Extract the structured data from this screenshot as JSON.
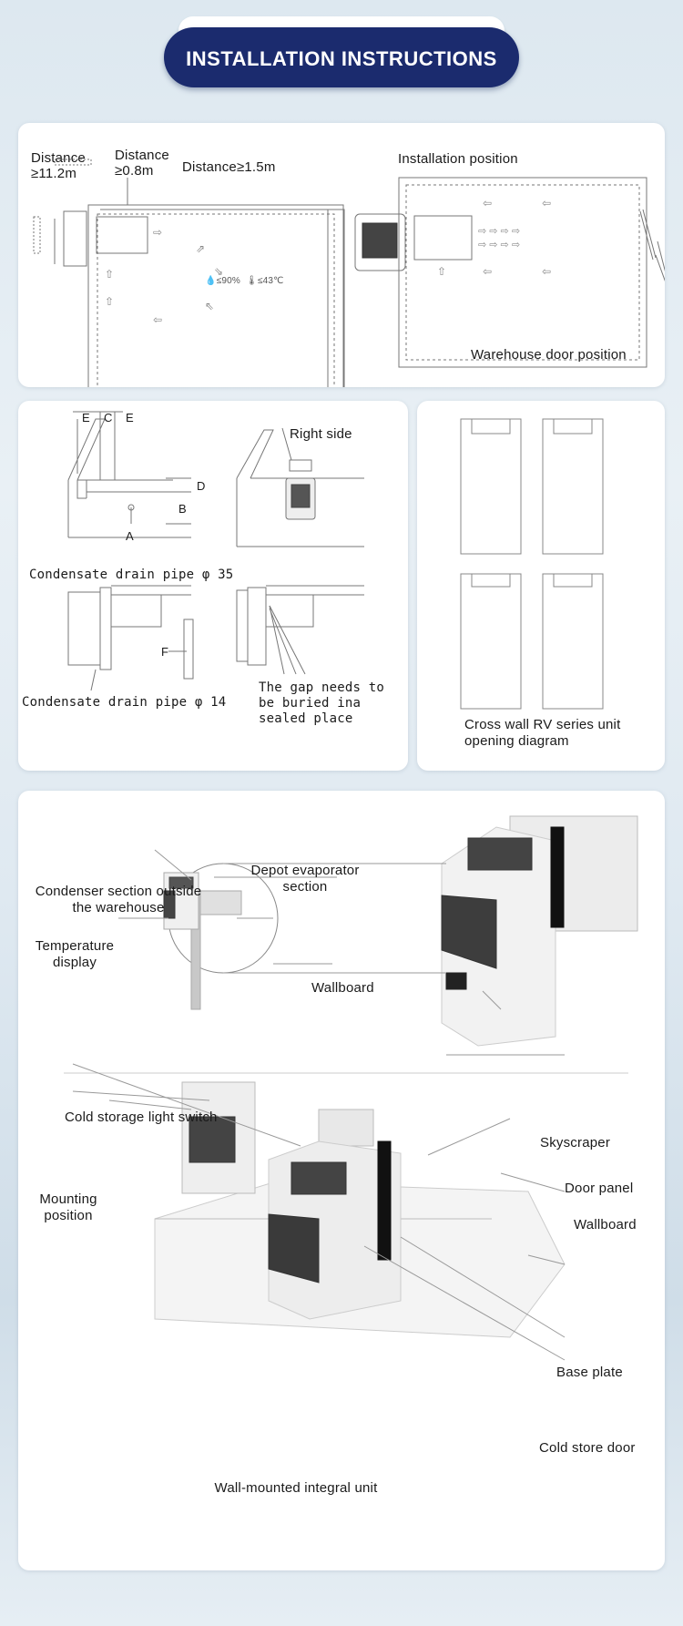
{
  "header": {
    "title": "INSTALLATION INSTRUCTIONS"
  },
  "panel1": {
    "distance_left": "Distance",
    "distance_left_value": "≥11.2m",
    "distance_top": "Distance",
    "distance_top_value": "≥0.8m",
    "distance_right": "Distance≥1.5m",
    "humidity": "≤90%",
    "temperature": "≤43℃",
    "installation_position": "Installation position",
    "warehouse_door_position": "Warehouse door position"
  },
  "panel2": {
    "dim_e1": "E",
    "dim_c": "C",
    "dim_e2": "E",
    "dim_d": "D",
    "dim_b": "B",
    "dim_a": "A",
    "dim_f": "F",
    "right_side": "Right side",
    "drain_pipe_35": "Condensate drain pipe φ 35",
    "drain_pipe_14": "Condensate drain pipe φ 14",
    "gap_note": [
      "The gap needs to",
      "be buried ina",
      "sealed place"
    ]
  },
  "panel3": {
    "caption": [
      "Cross wall RV series unit",
      "opening diagram"
    ]
  },
  "panel4": {
    "condenser_section": [
      "Condenser section outside",
      "the warehouse"
    ],
    "depot_evaporator": [
      "Depot evaporator",
      "section"
    ],
    "temperature_display": [
      "Temperature",
      "display"
    ],
    "wallboard": "Wallboard",
    "cold_storage_light_switch": "Cold storage light switch",
    "skyscraper": "Skyscraper",
    "mounting_position": [
      "Mounting",
      "position"
    ],
    "door_panel": "Door panel",
    "wallboard2": "Wallboard",
    "base_plate": "Base plate",
    "cold_store_door": "Cold store door",
    "caption": "Wall-mounted integral unit"
  },
  "colors": {
    "header_bg": "#1b2b6e",
    "panel_bg": "#ffffff",
    "line": "#777777"
  }
}
